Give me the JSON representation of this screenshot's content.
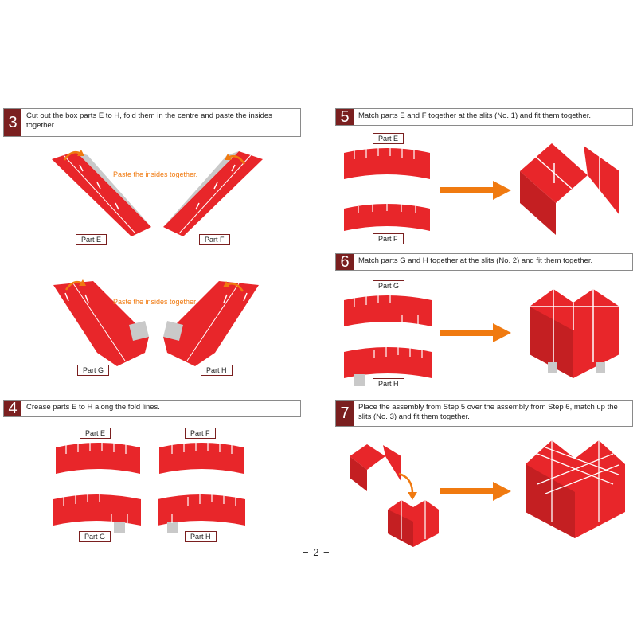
{
  "colors": {
    "accent": "#7a1f1f",
    "part_red": "#e8262a",
    "arrow_orange": "#f07a10"
  },
  "steps": [
    {
      "number": "3",
      "text": "Cut out the box parts E to H, fold them in the centre and paste the insides together."
    },
    {
      "number": "4",
      "text": "Crease parts E to H along the fold lines."
    },
    {
      "number": "5",
      "text": "Match parts E and F together at the slits (No. 1) and fit them together."
    },
    {
      "number": "6",
      "text": "Match parts G and H together at the slits (No. 2) and fit them together."
    },
    {
      "number": "7",
      "text": "Place the assembly from Step 5 over the assembly from Step 6, match up the slits (No. 3) and fit them together."
    }
  ],
  "labels": {
    "part_e": "Part E",
    "part_f": "Part F",
    "part_g": "Part G",
    "part_h": "Part H"
  },
  "notes": {
    "paste": "Paste the insides together."
  },
  "page_number": "− 2 −"
}
